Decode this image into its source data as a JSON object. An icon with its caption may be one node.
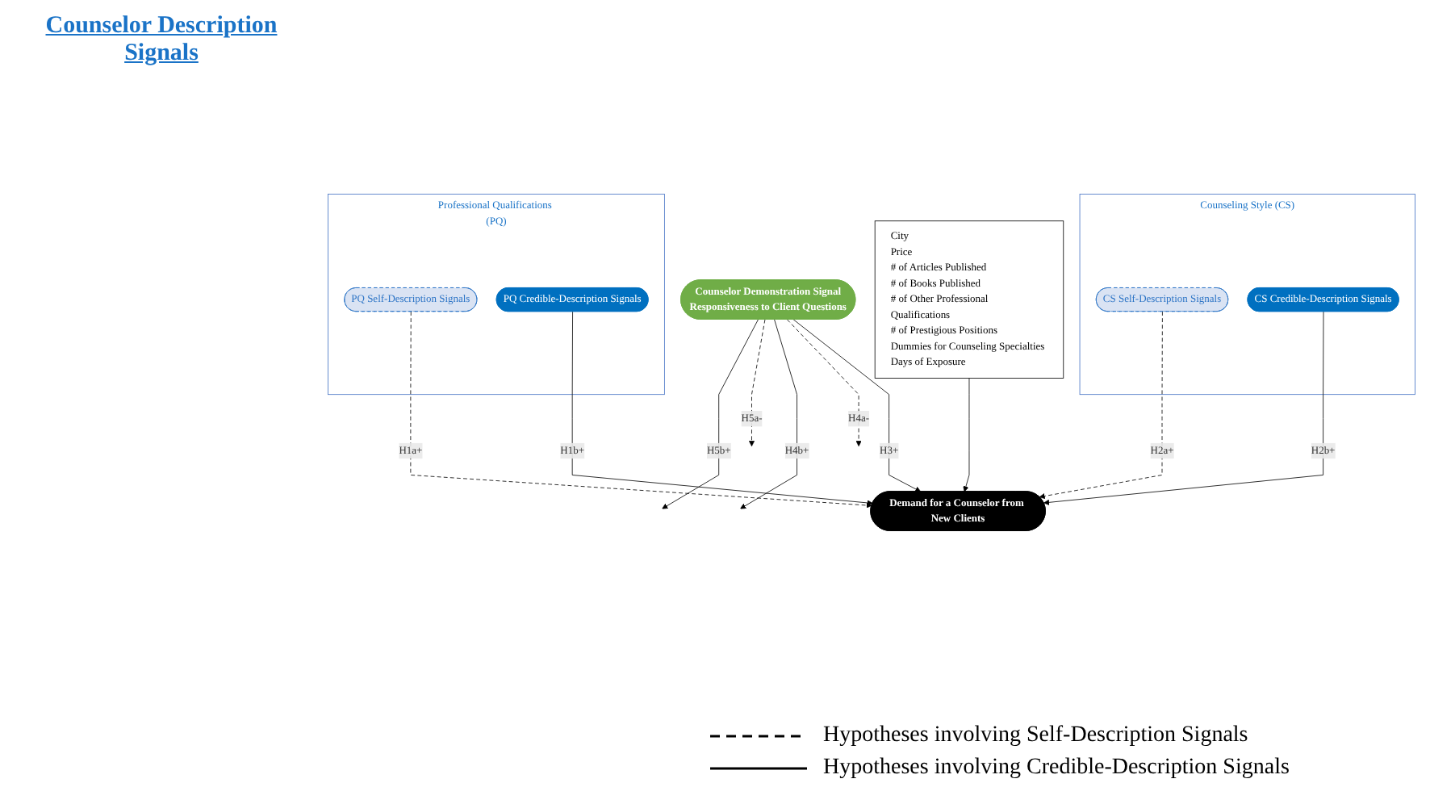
{
  "diagram": {
    "nodes": [
      {
        "text": [
          "Counselor Demonstration Signal",
          "Responsiveness to Client Questions"
        ]
      },
      {
        "text": [
          "City",
          "Price",
          "# of Articles Published",
          "# of Books Published",
          "# of Other Professional Qualifications",
          "# of Prestigious Positions",
          "Dummies for Counseling Specialties",
          "Days of Exposure"
        ]
      },
      {
        "text": [
          "Counseling Style (CS)"
        ]
      },
      {
        "text": [
          "CS Self-Description Signals"
        ],
        "in": 2
      },
      {
        "text": [
          "CS Credible-Description Signals"
        ],
        "in": 2
      },
      {
        "text": [
          "Professional Qualifications (PQ)"
        ]
      },
      {
        "text": [
          "PQ Self-Description Signals"
        ],
        "in": 5
      },
      {
        "text": [
          "PQ Credible-Description Signals"
        ],
        "in": 5
      },
      {
        "text": [
          "Demand for a Counselor from New Clients"
        ]
      }
    ],
    "edges": [
      {
        "from": 3,
        "to": 8,
        "arrow": "to",
        "label": "H2a+",
        "style": "dashed"
      },
      {
        "from": 4,
        "to": 8,
        "arrow": "to",
        "label": "H2b+"
      },
      {
        "from": 6,
        "to": 8,
        "arrow": "to",
        "label": "H1a+",
        "style": "dashed"
      },
      {
        "from": 7,
        "to": 8,
        "arrow": "to",
        "label": "H1b+"
      },
      {
        "from": 0,
        "to": 8,
        "arrow": "to",
        "label": "H3+"
      },
      {
        "from": 1,
        "to": 8,
        "arrow": "to"
      },
      {
        "from": 0,
        "to": null,
        "arrow": "to",
        "label": "H4a-",
        "style": "dashed"
      },
      {
        "from": 0,
        "to": null,
        "arrow": "to",
        "label": "H4b+"
      },
      {
        "from": 0,
        "to": null,
        "arrow": "to",
        "label": "H5a-",
        "style": "dashed"
      },
      {
        "from": 0,
        "to": null,
        "arrow": "to",
        "label": "H5b+"
      }
    ],
    "labels": [
      "Counselor Description Signals"
    ],
    "legend": [
      {
        "text": "Hypotheses involving Self-Description Signals"
      },
      {
        "text": "Hypotheses involving Credible-Description Signals"
      }
    ]
  }
}
